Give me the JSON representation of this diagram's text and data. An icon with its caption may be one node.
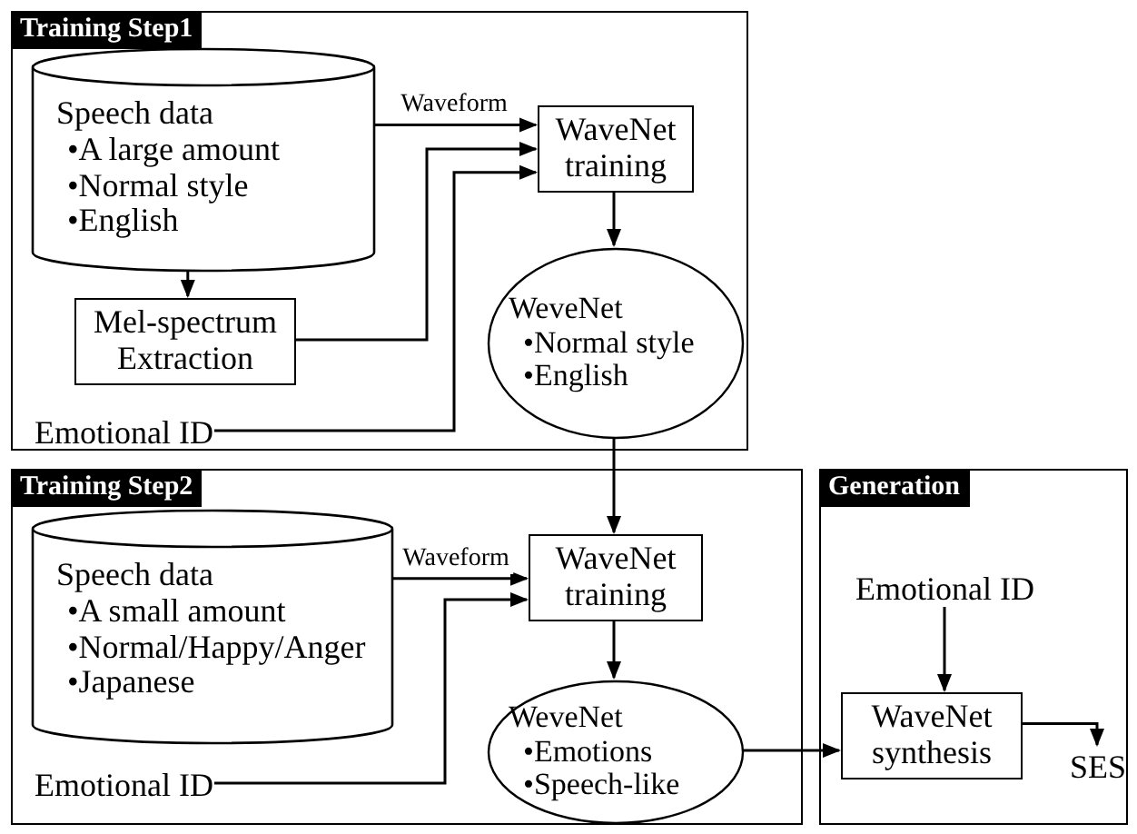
{
  "diagram": {
    "nodes": [
      {
        "text": [
          "Training Step1"
        ]
      },
      {
        "text": [
          "Speech data",
          "•A large amount",
          "•Normal style",
          "•English"
        ],
        "in": 0
      },
      {
        "text": [
          "WaveNet training"
        ],
        "in": 0
      },
      {
        "text": [
          "Mel-spectrum Extraction"
        ],
        "in": 0
      },
      {
        "text": [
          "Emotional ID"
        ],
        "in": 0
      },
      {
        "text": [
          "WeveNet",
          "•Normal style",
          "•English"
        ],
        "in": 0
      },
      {
        "text": [
          "Training Step2"
        ]
      },
      {
        "text": [
          "Speech data",
          "•A small amount",
          "•Normal/Happy/Anger",
          "•Japanese"
        ],
        "in": 6
      },
      {
        "text": [
          "WaveNet training"
        ],
        "in": 6
      },
      {
        "text": [
          "Emotional ID"
        ],
        "in": 6
      },
      {
        "text": [
          "WeveNet",
          "•Emotions",
          "•Speech-like"
        ],
        "in": 6
      },
      {
        "text": [
          "Generation"
        ]
      },
      {
        "text": [
          "Emotional ID"
        ],
        "in": 11
      },
      {
        "text": [
          "WaveNet synthesis"
        ],
        "in": 11
      },
      {
        "text": [
          "SES"
        ],
        "in": 11
      }
    ],
    "edges": [
      {
        "from": 1,
        "to": 2,
        "arrow": "to",
        "label": "Waveform"
      },
      {
        "from": 3,
        "to": 2,
        "arrow": "to"
      },
      {
        "from": 4,
        "to": 2,
        "arrow": "to"
      },
      {
        "from": 1,
        "to": 3,
        "arrow": "to"
      },
      {
        "from": 2,
        "to": 5,
        "arrow": "to"
      },
      {
        "from": 5,
        "to": 8,
        "arrow": "to"
      },
      {
        "from": 7,
        "to": 8,
        "arrow": "to",
        "label": "Waveform"
      },
      {
        "from": 9,
        "to": 8,
        "arrow": "to"
      },
      {
        "from": 8,
        "to": 10,
        "arrow": "to"
      },
      {
        "from": 10,
        "to": 13,
        "arrow": "to"
      },
      {
        "from": 12,
        "to": 13,
        "arrow": "to"
      },
      {
        "from": 13,
        "to": 14,
        "arrow": "to"
      }
    ]
  }
}
